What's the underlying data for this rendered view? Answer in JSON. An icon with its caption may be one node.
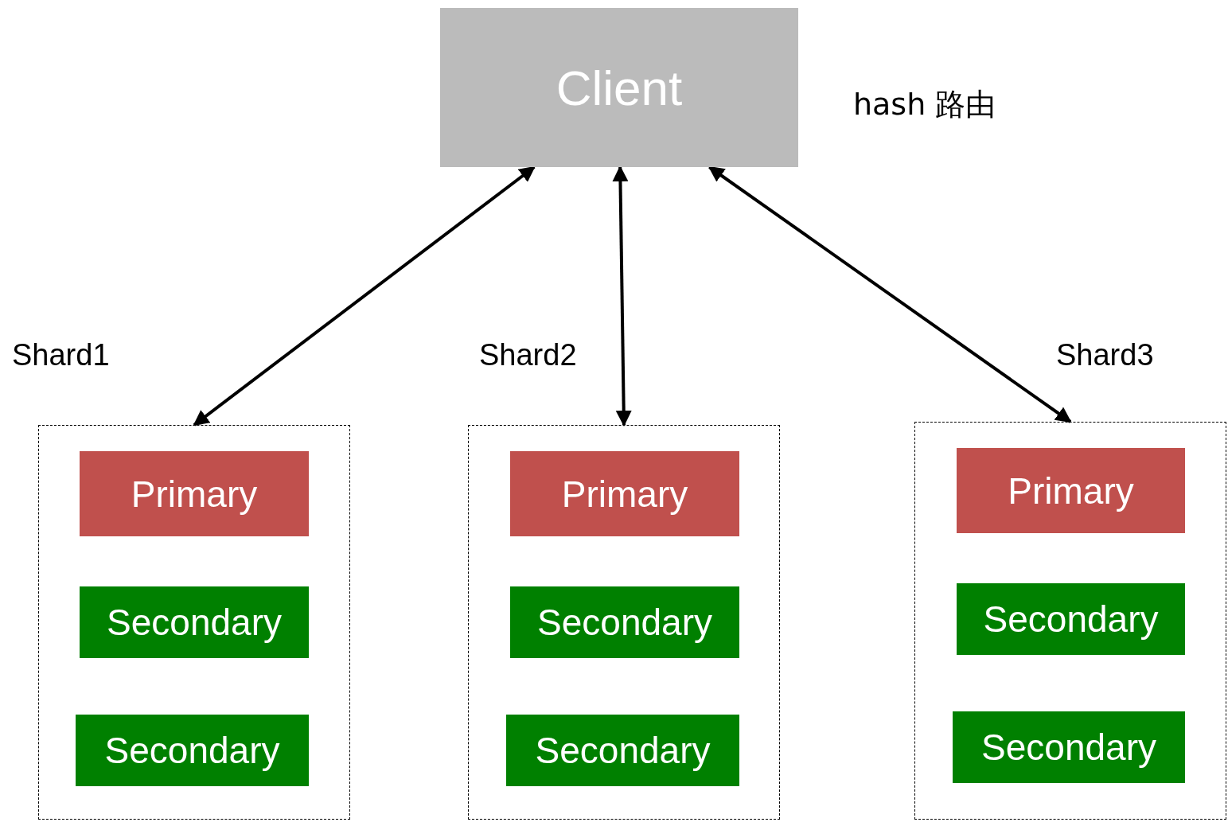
{
  "diagram": {
    "nodes": [
      {
        "text": [
          "Client"
        ]
      },
      {
        "text": [
          "Shard1"
        ]
      },
      {
        "text": [
          "Primary"
        ],
        "in": 1
      },
      {
        "text": [
          "Secondary"
        ],
        "in": 1
      },
      {
        "text": [
          "Secondary"
        ],
        "in": 1
      },
      {
        "text": [
          "Shard2"
        ]
      },
      {
        "text": [
          "Primary"
        ],
        "in": 5
      },
      {
        "text": [
          "Secondary"
        ],
        "in": 5
      },
      {
        "text": [
          "Secondary"
        ],
        "in": 5
      },
      {
        "text": [
          "Shard3"
        ]
      },
      {
        "text": [
          "Primary"
        ],
        "in": 9
      },
      {
        "text": [
          "Secondary"
        ],
        "in": 9
      },
      {
        "text": [
          "Secondary"
        ],
        "in": 9
      }
    ],
    "edges": [
      {
        "from": 0,
        "to": 1,
        "arrow": "both"
      },
      {
        "from": 0,
        "to": 5,
        "arrow": "both"
      },
      {
        "from": 0,
        "to": 9,
        "arrow": "both"
      }
    ],
    "labels": [
      "hash 路由"
    ]
  }
}
